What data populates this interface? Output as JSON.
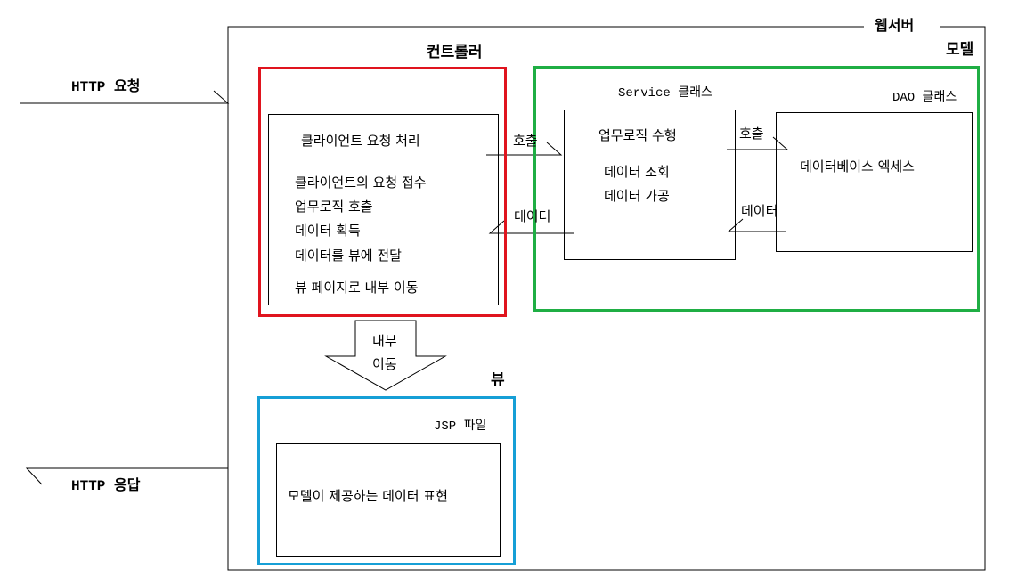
{
  "server_label": "웹서버",
  "http_request": "HTTP 요청",
  "http_response": "HTTP 응답",
  "controller": {
    "title": "컨트롤러",
    "heading": "클라이언트 요청 처리",
    "items": [
      "클라이언트의 요청 접수",
      "업무로직 호출",
      "데이터 획득",
      "데이터를 뷰에 전달"
    ],
    "footer": "뷰 페이지로 내부 이동"
  },
  "model": {
    "title": "모델",
    "service": {
      "title": "Service 클래스",
      "heading": "업무로직 수행",
      "items": [
        "데이터 조회",
        "데이터 가공"
      ]
    },
    "dao": {
      "title": "DAO 클래스",
      "heading": "데이터베이스 엑세스"
    }
  },
  "view": {
    "title": "뷰",
    "jsp": {
      "title": "JSP 파일",
      "content": "모델이 제공하는 데이터 표현"
    }
  },
  "edges": {
    "call_1": "호출",
    "data_1": "데이터",
    "call_2": "호출",
    "data_2": "데이터",
    "internal_move_1": "내부",
    "internal_move_2": "이동"
  },
  "colors": {
    "controller": "#e0141e",
    "model": "#1fae44",
    "view": "#169fd6",
    "line": "#000000"
  }
}
